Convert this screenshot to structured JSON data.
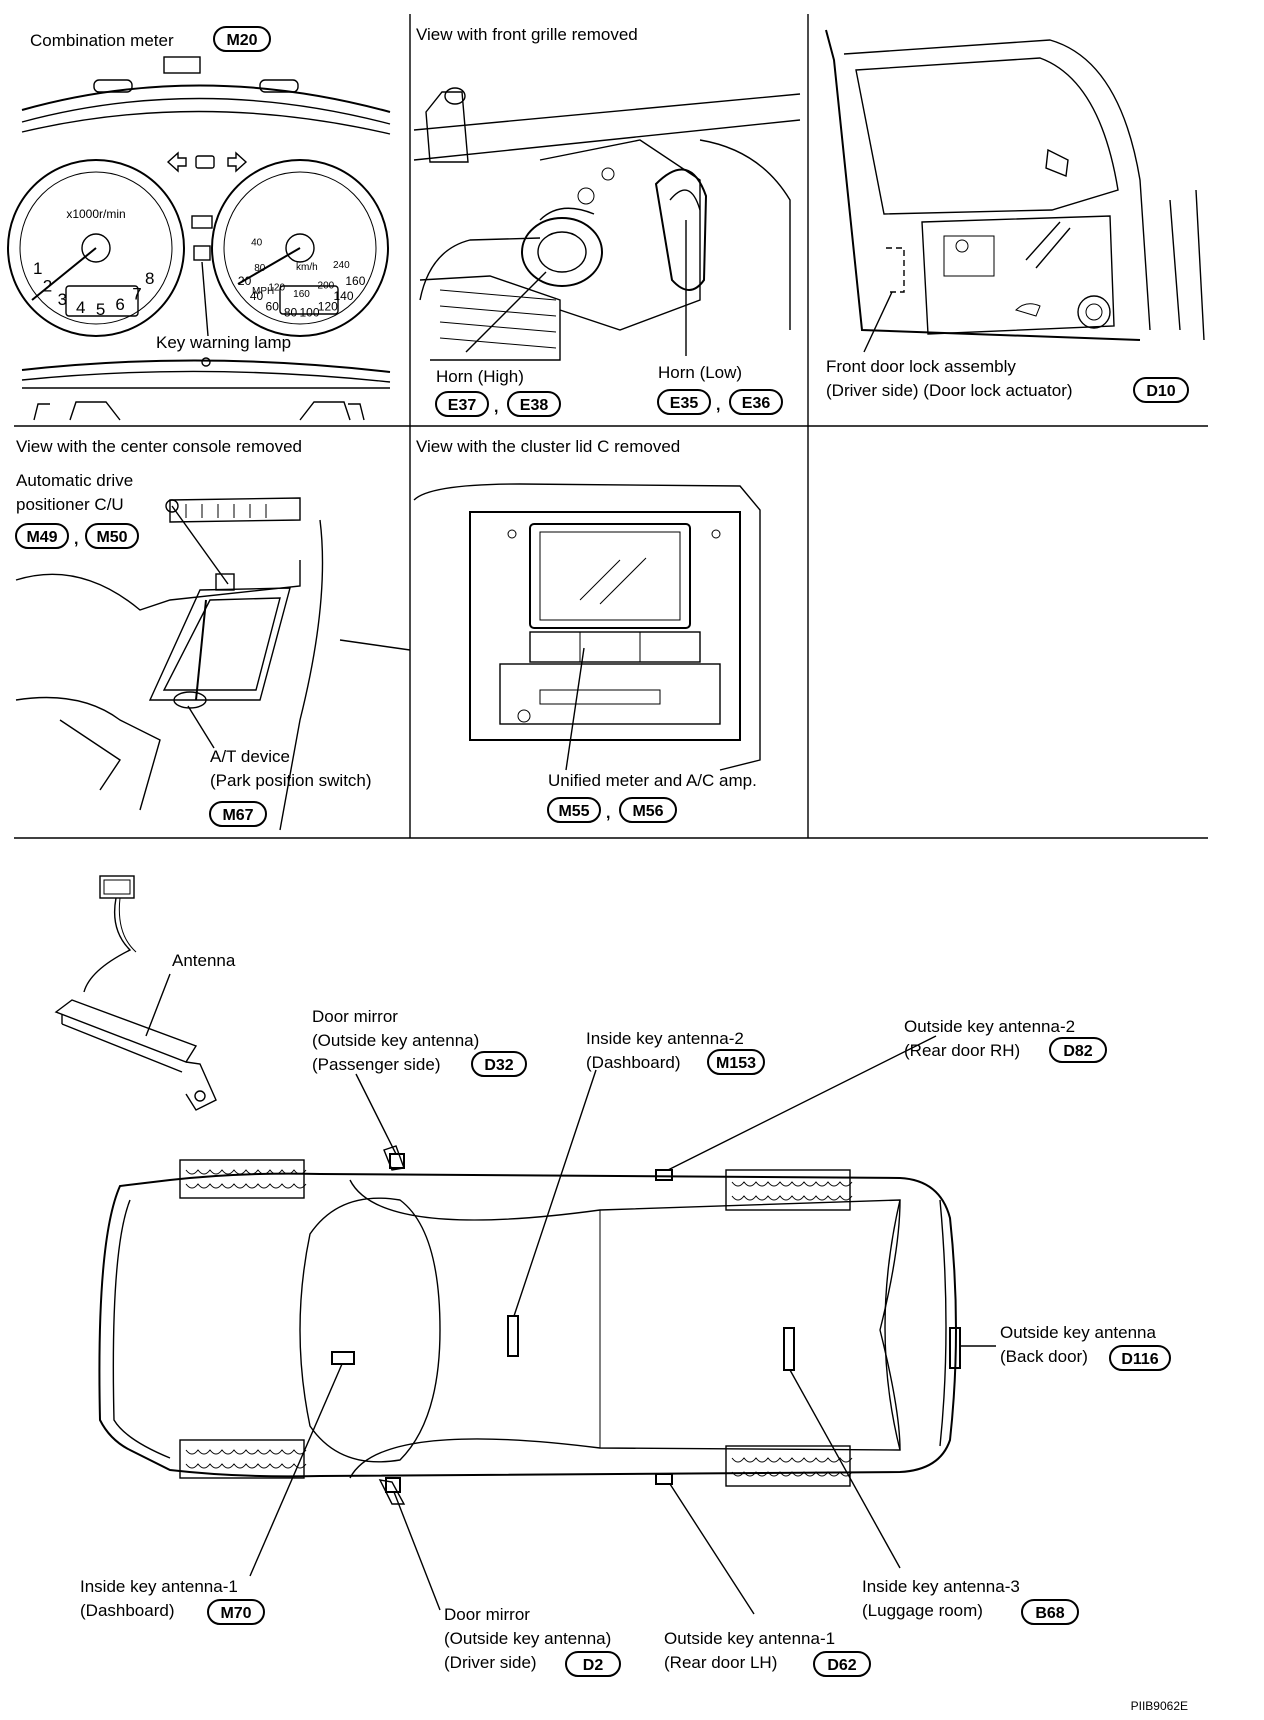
{
  "panels": {
    "combination_meter": {
      "label": "Combination meter",
      "code": "M20",
      "lamp_label": "Key warning lamp"
    },
    "front_grille": {
      "title": "View with front grille removed",
      "horn_high": "Horn (High)",
      "horn_high_codes": [
        "E37",
        "E38"
      ],
      "horn_low": "Horn (Low)",
      "horn_low_codes": [
        "E35",
        "E36"
      ]
    },
    "door_lock": {
      "line1": "Front door lock assembly",
      "line2": "(Driver side) (Door lock actuator)",
      "code": "D10"
    },
    "center_console": {
      "title": "View with the center console removed",
      "adp_line1": "Automatic drive",
      "adp_line2": "positioner C/U",
      "adp_codes": [
        "M49",
        "M50"
      ],
      "at_line1": "A/T device",
      "at_line2": "(Park position switch)",
      "at_code": "M67"
    },
    "cluster_lid": {
      "title": "View with the cluster lid C removed",
      "amp_label": "Unified meter and A/C amp.",
      "amp_codes": [
        "M55",
        "M56"
      ]
    }
  },
  "gauge": {
    "tach_numbers": [
      "1",
      "2",
      "3",
      "4",
      "5",
      "6",
      "7",
      "8"
    ],
    "tach_unit": "x1000r/min",
    "speed_numbers": [
      "20",
      "40",
      "60",
      "80",
      "100",
      "120",
      "140",
      "160"
    ],
    "kmh_numbers": [
      "40",
      "80",
      "120",
      "160",
      "200",
      "240"
    ],
    "speed_unit": "MPH",
    "kmh_unit": "km/h"
  },
  "bottom": {
    "antenna": "Antenna",
    "door_mirror_pass": {
      "line1": "Door mirror",
      "line2": "(Outside key antenna)",
      "line3": "(Passenger side)",
      "code": "D32"
    },
    "inside_key_2": {
      "line1": "Inside key antenna-2",
      "line2": "(Dashboard)",
      "code": "M153"
    },
    "outside_key_2": {
      "line1": "Outside key antenna-2",
      "line2": "(Rear door RH)",
      "code": "D82"
    },
    "outside_key_back": {
      "line1": "Outside key antenna",
      "line2": "(Back door)",
      "code": "D116"
    },
    "inside_key_1": {
      "line1": "Inside key antenna-1",
      "line2": "(Dashboard)",
      "code": "M70"
    },
    "door_mirror_drv": {
      "line1": "Door mirror",
      "line2": "(Outside key antenna)",
      "line3": "(Driver side)",
      "code": "D2"
    },
    "outside_key_1": {
      "line1": "Outside key antenna-1",
      "line2": "(Rear door LH)",
      "code": "D62"
    },
    "inside_key_3": {
      "line1": "Inside key antenna-3",
      "line2": "(Luggage room)",
      "code": "B68"
    }
  },
  "figure_id": "PIIB9062E",
  "separator": ","
}
